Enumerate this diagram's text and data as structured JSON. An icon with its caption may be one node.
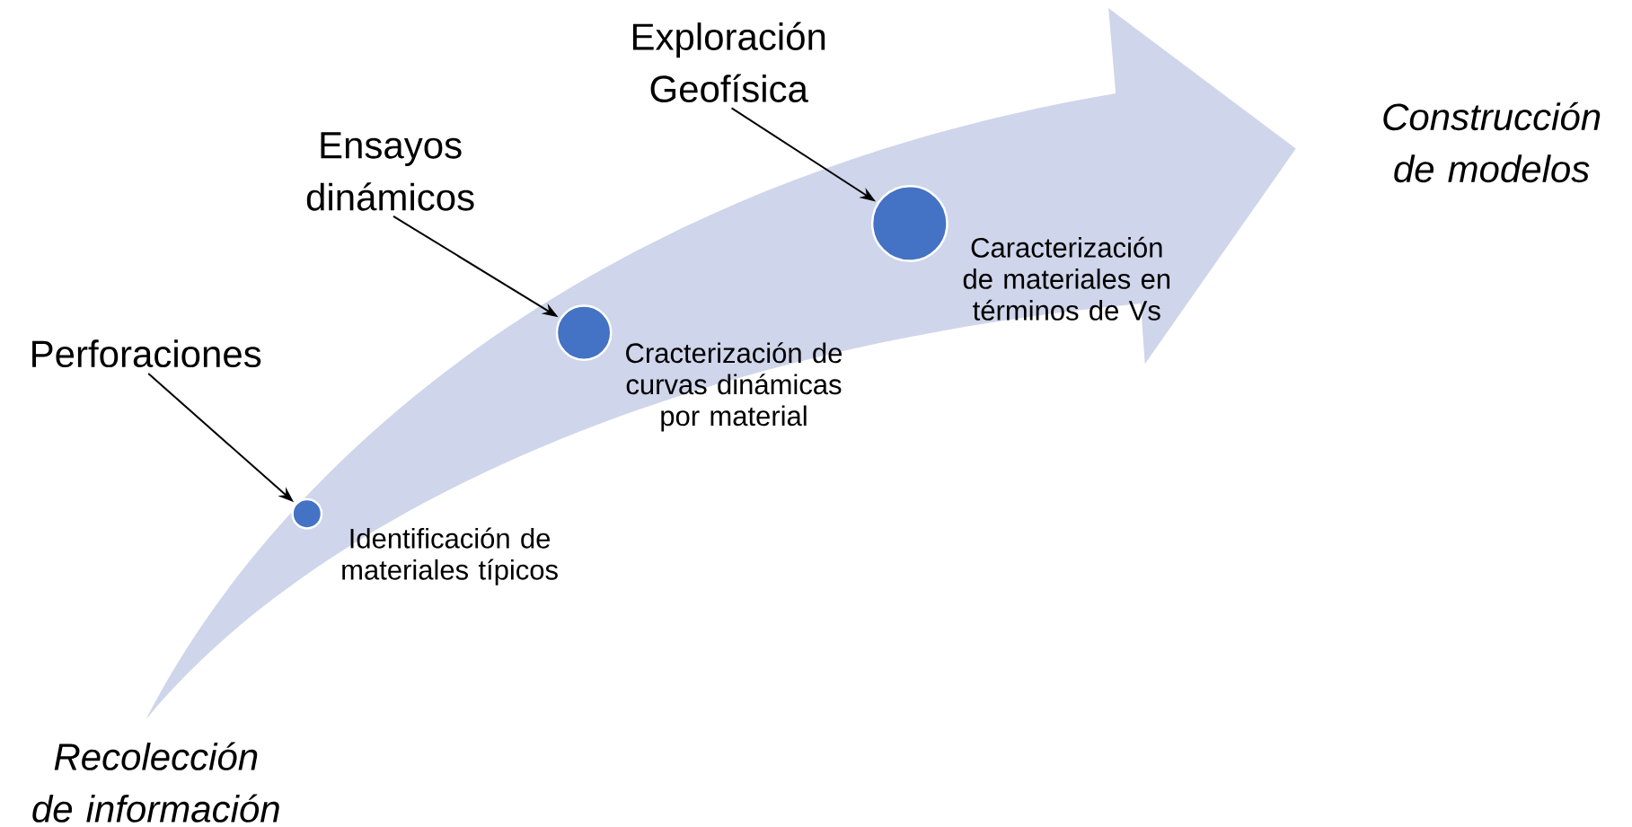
{
  "diagram": {
    "nodes": [
      {
        "text": [
          "Perforaciones"
        ]
      },
      {
        "text": [],
        "shape": "circle",
        "beside": [
          "Identificación de materiales típicos"
        ]
      },
      {
        "text": [
          "Ensayos dinámicos"
        ]
      },
      {
        "text": [],
        "shape": "circle",
        "beside": [
          "Cracterización de curvas dinámicas por material"
        ]
      },
      {
        "text": [
          "Exploración Geofísica"
        ]
      },
      {
        "text": [],
        "shape": "circle",
        "beside": [
          "Caracterización de materiales en términos de Vs"
        ]
      }
    ],
    "edges": [
      {
        "from": 0,
        "to": 1,
        "arrow": "to"
      },
      {
        "from": 2,
        "to": 3,
        "arrow": "to"
      },
      {
        "from": 4,
        "to": 5,
        "arrow": "to"
      }
    ],
    "labels": [
      "Construcción de modelos",
      "Recolección de información"
    ]
  }
}
